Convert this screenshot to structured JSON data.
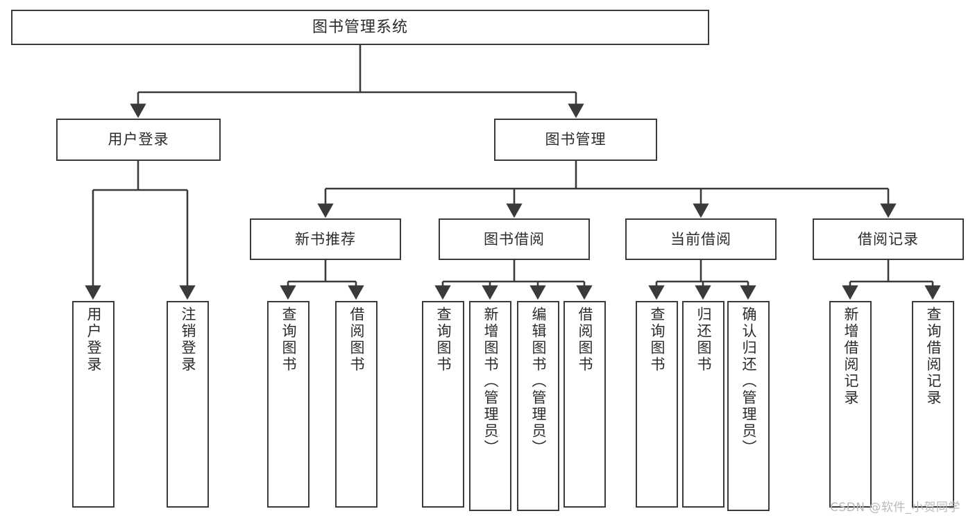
{
  "diagram": {
    "title": "图书管理系统",
    "type": "tree-structure-chart",
    "watermark": "CSDN @软件_小贺同学",
    "colors": {
      "stroke": "#3a3a3a",
      "fill": "#ffffff",
      "text": "#2b2b2b",
      "watermark": "#b9b9b9"
    }
  },
  "nodes": {
    "root": {
      "label": "图书管理系统"
    },
    "level1": [
      {
        "id": "user-login",
        "label": "用户登录"
      },
      {
        "id": "book-manage",
        "label": "图书管理"
      }
    ],
    "level2": [
      {
        "id": "new-book-recommend",
        "label": "新书推荐"
      },
      {
        "id": "book-borrow",
        "label": "图书借阅"
      },
      {
        "id": "current-borrow",
        "label": "当前借阅"
      },
      {
        "id": "borrow-record",
        "label": "借阅记录"
      }
    ],
    "leaves": {
      "user-login": [
        {
          "id": "leaf-user-login",
          "label": "用户登录"
        },
        {
          "id": "leaf-logout",
          "label": "注销登录"
        }
      ],
      "new-book-recommend": [
        {
          "id": "leaf-query-book-1",
          "label": "查询图书"
        },
        {
          "id": "leaf-borrow-book-1",
          "label": "借阅图书"
        }
      ],
      "book-borrow": [
        {
          "id": "leaf-query-book-2",
          "label": "查询图书"
        },
        {
          "id": "leaf-add-book",
          "label": "新增图书（管理员）"
        },
        {
          "id": "leaf-edit-book",
          "label": "编辑图书（管理员）"
        },
        {
          "id": "leaf-borrow-book-2",
          "label": "借阅图书"
        }
      ],
      "current-borrow": [
        {
          "id": "leaf-query-book-3",
          "label": "查询图书"
        },
        {
          "id": "leaf-return-book",
          "label": "归还图书"
        },
        {
          "id": "leaf-confirm-return",
          "label": "确认归还（管理员）"
        }
      ],
      "borrow-record": [
        {
          "id": "leaf-add-record",
          "label": "新增借阅记录"
        },
        {
          "id": "leaf-query-record",
          "label": "查询借阅记录"
        }
      ]
    }
  }
}
